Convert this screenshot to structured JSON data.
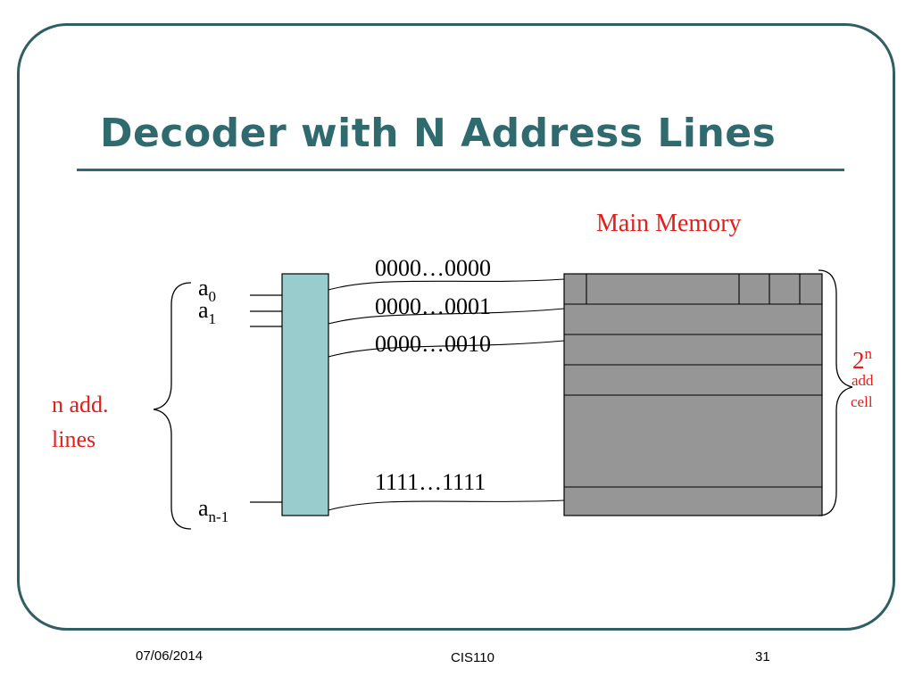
{
  "slide": {
    "title": "Decoder with N Address Lines",
    "footer": {
      "date": "07/06/2014",
      "course": "CIS110",
      "page": "31"
    }
  },
  "diagram": {
    "memory_label": "Main Memory",
    "address_lines": {
      "first": {
        "base": "a",
        "sub": "0"
      },
      "second": {
        "base": "a",
        "sub": "1"
      },
      "last": {
        "base": "a",
        "sub": "n-1"
      }
    },
    "brace_label_left": {
      "line1": "n add.",
      "line2": "lines"
    },
    "brace_label_right": {
      "base": "2",
      "sup": "n",
      "line2": "add",
      "line3": "cell"
    },
    "decoder_outputs": [
      "0000…0000",
      "0000…0001",
      "0000…0010",
      "1111…1111"
    ],
    "colors": {
      "title": "#2f6a6e",
      "frame": "#2f5f63",
      "decoder": "#99cccc",
      "memory": "#969696",
      "accent_red": "#e0201c"
    }
  }
}
